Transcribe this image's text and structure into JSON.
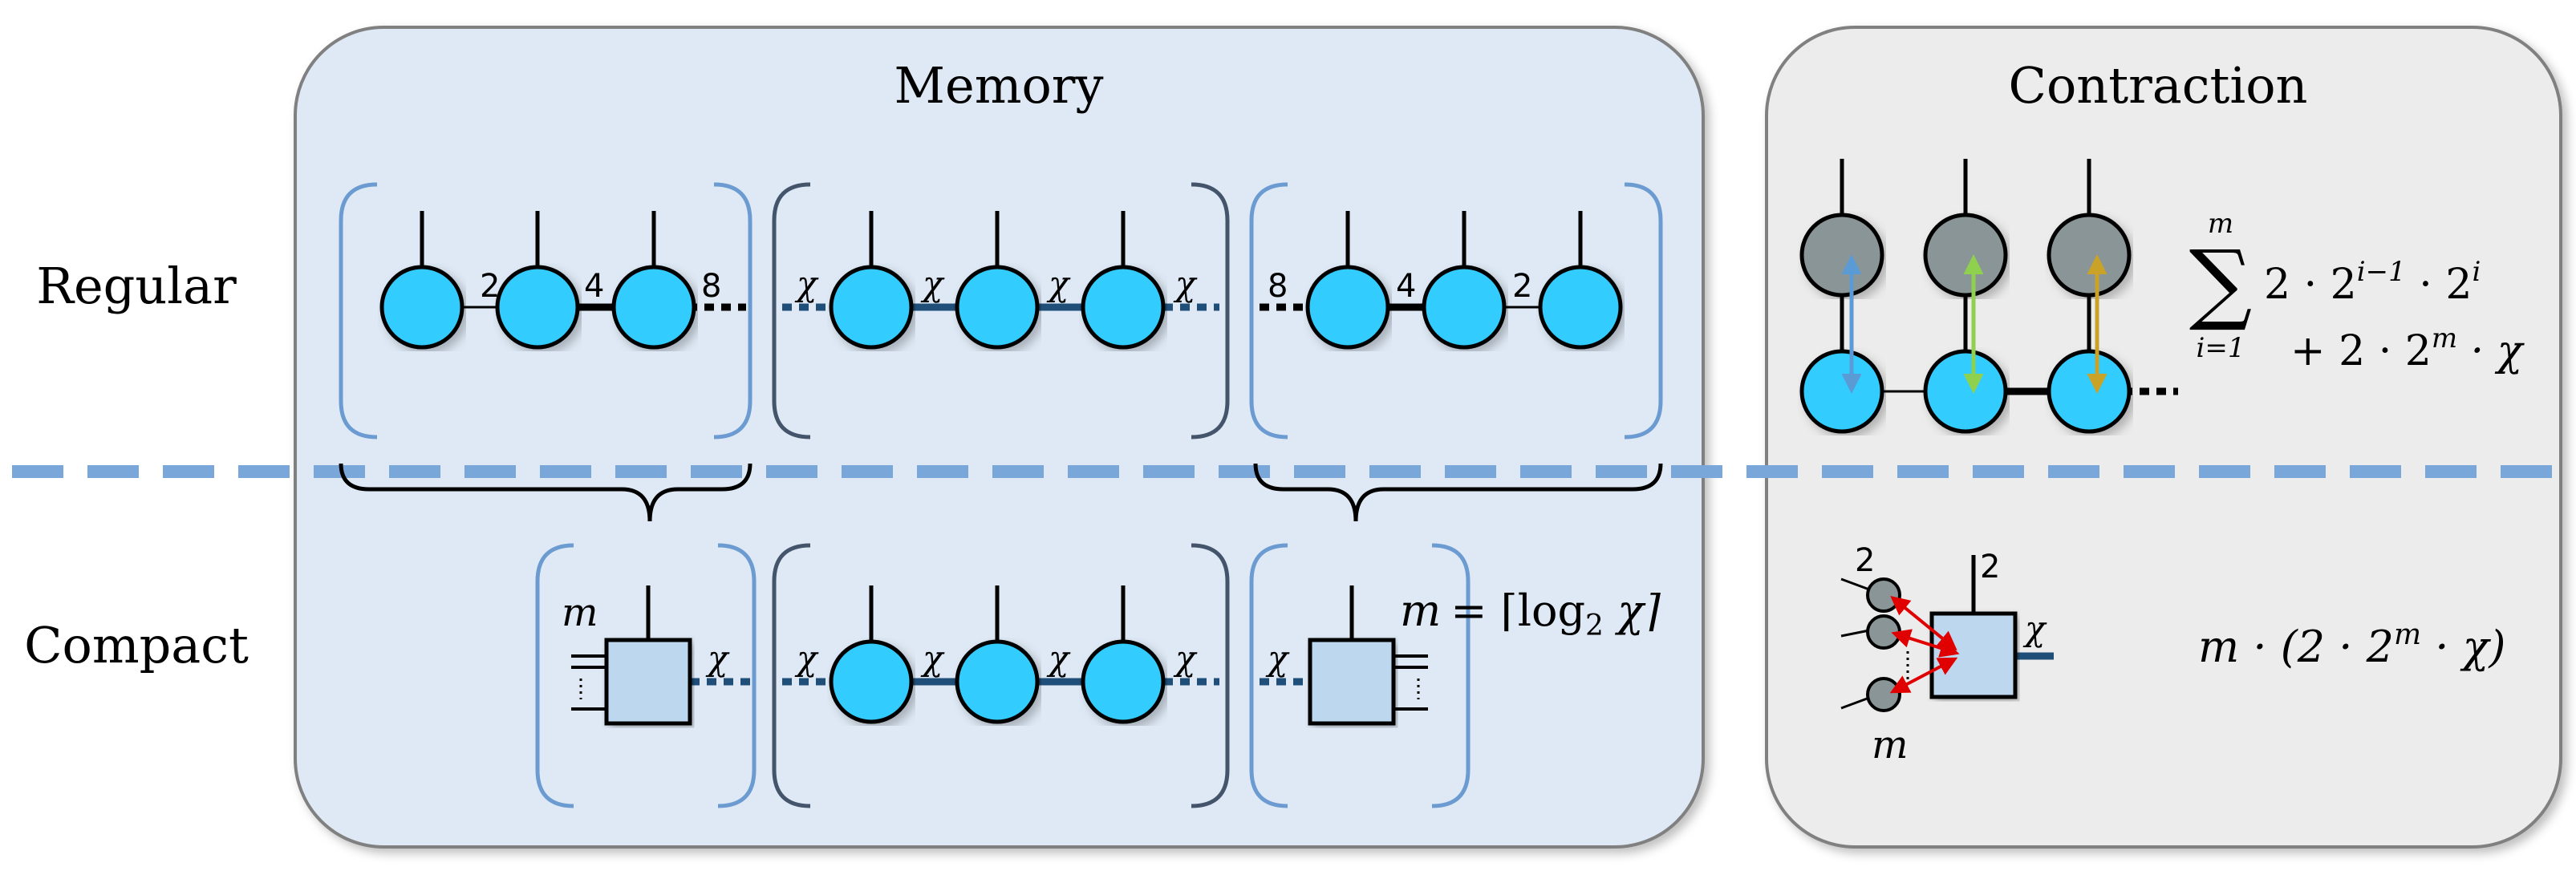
{
  "panels": {
    "memory_title": "Memory",
    "contraction_title": "Contraction"
  },
  "rows": {
    "regular_label": "Regular",
    "compact_label": "Compact"
  },
  "bond_labels": {
    "two": "2",
    "four": "4",
    "eight": "8",
    "chi": "χ",
    "m": "m"
  },
  "formulas": {
    "sum_symbol": "∑",
    "sum_upper": "m",
    "sum_lower": "i=1",
    "sum_term": "2 · 2",
    "sum_term_exp1": "i−1",
    "sum_term_mid": " · 2",
    "sum_term_exp2": "i",
    "sum_line2": "+ 2 · 2",
    "sum_line2_exp": "m",
    "sum_line2_end": " · χ",
    "m_def_lhs": "m",
    "m_def_rhs": "= ⌈log",
    "m_def_sub": "2",
    "m_def_end": " χ⌉",
    "compact_cost_start": "m · (2 · 2",
    "compact_cost_exp": "m",
    "compact_cost_end": " · χ)"
  },
  "colors": {
    "memory_panel": "#dee9f5",
    "contraction_panel": "#ececec",
    "node": "#33ccff",
    "gray_node": "#8a9597",
    "compact_box": "#bdd7ee",
    "chi_bond": "#1f4e79",
    "divider": "#7aa7d9",
    "bracket_blue": "#6b9bd1",
    "bracket_dark": "#44546a",
    "arrow_blue": "#5b9bd5",
    "arrow_green": "#8fd14f",
    "arrow_gold": "#c9a227",
    "arrow_red": "#e00000"
  }
}
